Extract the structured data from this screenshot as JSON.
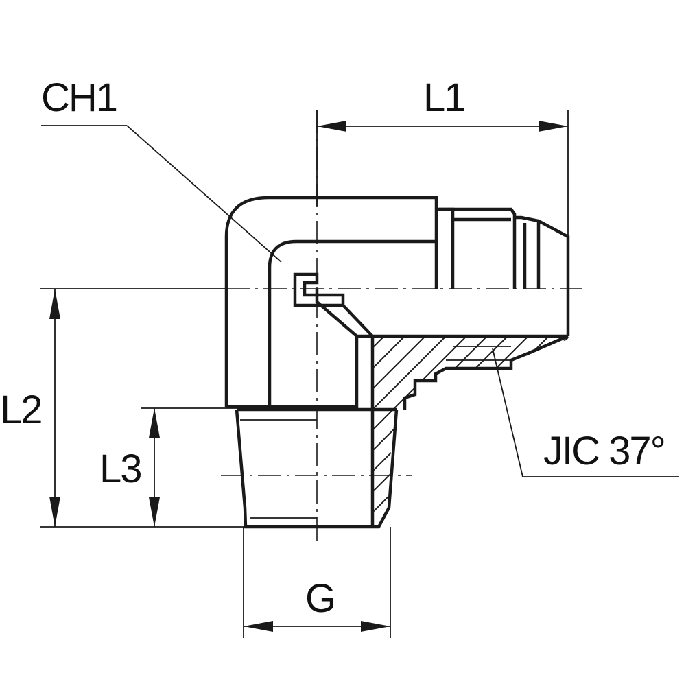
{
  "drawing": {
    "labels": {
      "ch1": "CH1",
      "l1": "L1",
      "l2": "L2",
      "l3": "L3",
      "g": "G",
      "jic": "JIC 37°"
    },
    "colors": {
      "line": "#1a1a1a",
      "background": "#ffffff"
    }
  }
}
